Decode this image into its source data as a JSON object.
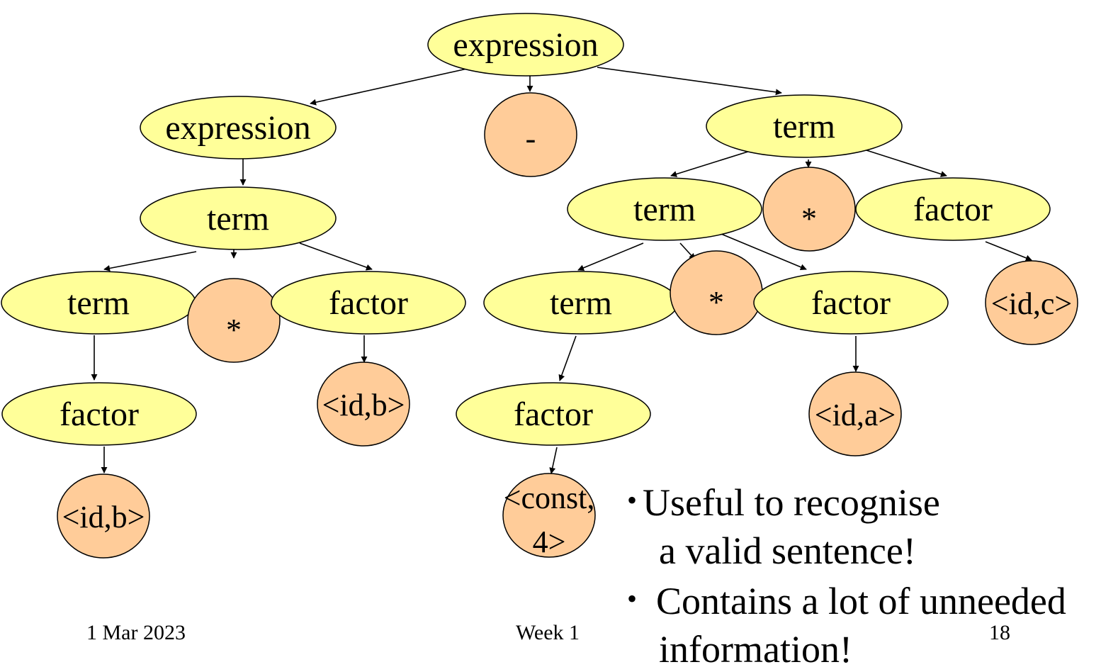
{
  "colors": {
    "nonterminal_fill": "#ffff99",
    "terminal_fill": "#ffcc99",
    "stroke": "#000000"
  },
  "tree": {
    "nodes": [
      {
        "id": "n_root",
        "label": "expression",
        "kind": "nonterminal"
      },
      {
        "id": "n_expr2",
        "label": "expression",
        "kind": "nonterminal"
      },
      {
        "id": "n_minus",
        "label": "-",
        "kind": "terminal"
      },
      {
        "id": "n_termR",
        "label": "term",
        "kind": "nonterminal"
      },
      {
        "id": "n_termL",
        "label": "term",
        "kind": "nonterminal"
      },
      {
        "id": "n_termLL",
        "label": "term",
        "kind": "nonterminal"
      },
      {
        "id": "n_starL",
        "label": "*",
        "kind": "terminal"
      },
      {
        "id": "n_factLR",
        "label": "factor",
        "kind": "nonterminal"
      },
      {
        "id": "n_factLL",
        "label": "factor",
        "kind": "nonterminal"
      },
      {
        "id": "n_idb1",
        "label": "<id,b>",
        "kind": "terminal"
      },
      {
        "id": "n_idb2",
        "label": "<id,b>",
        "kind": "terminal"
      },
      {
        "id": "n_termRL",
        "label": "term",
        "kind": "nonterminal"
      },
      {
        "id": "n_starR",
        "label": "*",
        "kind": "terminal"
      },
      {
        "id": "n_factRR",
        "label": "factor",
        "kind": "nonterminal"
      },
      {
        "id": "n_idc",
        "label": "<id,c>",
        "kind": "terminal"
      },
      {
        "id": "n_termRLL",
        "label": "term",
        "kind": "nonterminal"
      },
      {
        "id": "n_starRL",
        "label": "*",
        "kind": "terminal"
      },
      {
        "id": "n_factRLR",
        "label": "factor",
        "kind": "nonterminal"
      },
      {
        "id": "n_ida",
        "label": "<id,a>",
        "kind": "terminal"
      },
      {
        "id": "n_factRLL",
        "label": "factor",
        "kind": "nonterminal"
      },
      {
        "id": "n_const",
        "label": "<const,",
        "label2": "4>",
        "kind": "terminal"
      }
    ]
  },
  "bullets": [
    {
      "marker": "•",
      "lines": [
        "Useful to recognise",
        "a valid sentence!"
      ]
    },
    {
      "marker": "•",
      "lines": [
        "Contains a lot of unneeded",
        "information!"
      ]
    }
  ],
  "footer": {
    "date": "1 Mar 2023",
    "center": "Week 1",
    "page": "18"
  }
}
